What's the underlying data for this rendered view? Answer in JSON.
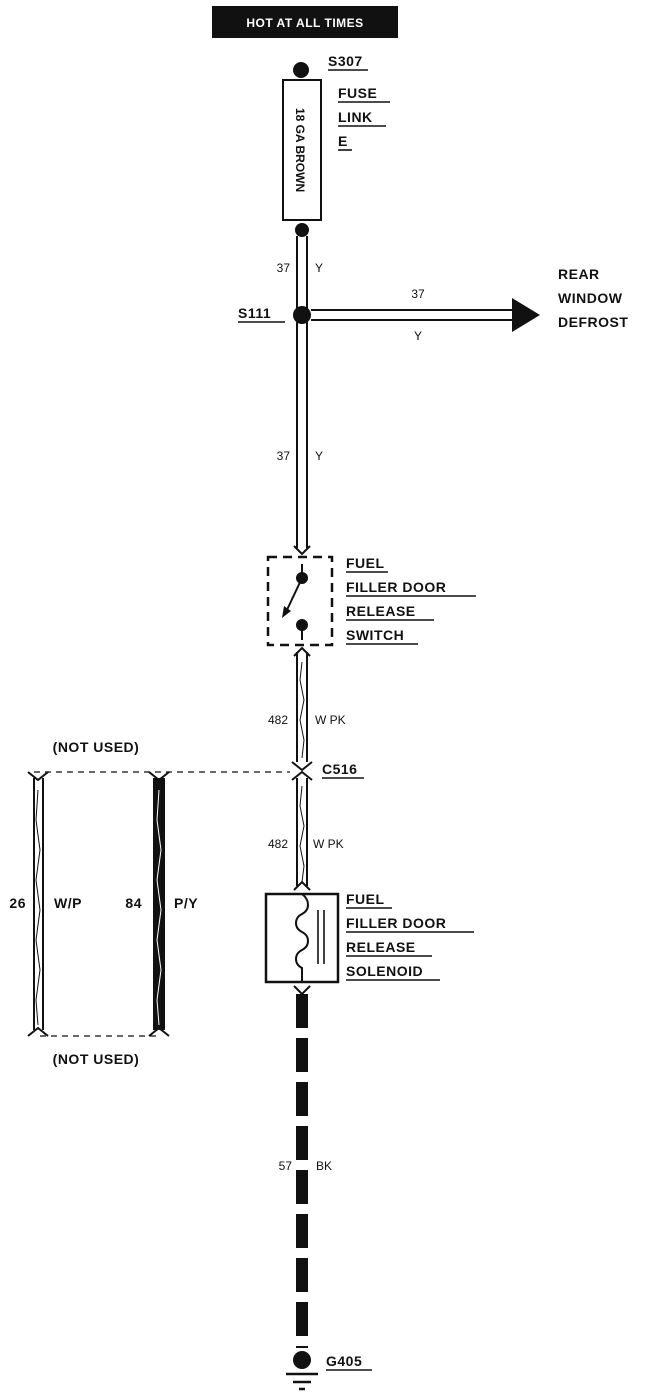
{
  "banner": "HOT AT ALL TIMES",
  "splice_top": "S307",
  "fuse_wire_label": "18 GA BROWN",
  "fuse_link": [
    "FUSE",
    "LINK",
    "E"
  ],
  "wire_37_a": {
    "circuit": "37",
    "color": "Y"
  },
  "splice_s111": "S111",
  "branch_circuit": "37",
  "branch_color": "Y",
  "rear_window_defrost": [
    "REAR",
    "WINDOW",
    "DEFROST"
  ],
  "wire_37_b": {
    "circuit": "37",
    "color": "Y"
  },
  "switch_label": [
    "FUEL",
    "FILLER DOOR",
    "RELEASE",
    "SWITCH"
  ],
  "wire_482_a": {
    "circuit": "482",
    "color": "W PK"
  },
  "not_used_top": "(NOT USED)",
  "connector": "C516",
  "wire_482_b": {
    "circuit": "482",
    "color": "W PK"
  },
  "wire_26": {
    "circuit": "26",
    "color": "W/P"
  },
  "wire_84": {
    "circuit": "84",
    "color": "P/Y"
  },
  "solenoid_label": [
    "FUEL",
    "FILLER DOOR",
    "RELEASE",
    "SOLENOID"
  ],
  "not_used_bottom": "(NOT USED)",
  "wire_57": {
    "circuit": "57",
    "color": "BK"
  },
  "ground": "G405"
}
